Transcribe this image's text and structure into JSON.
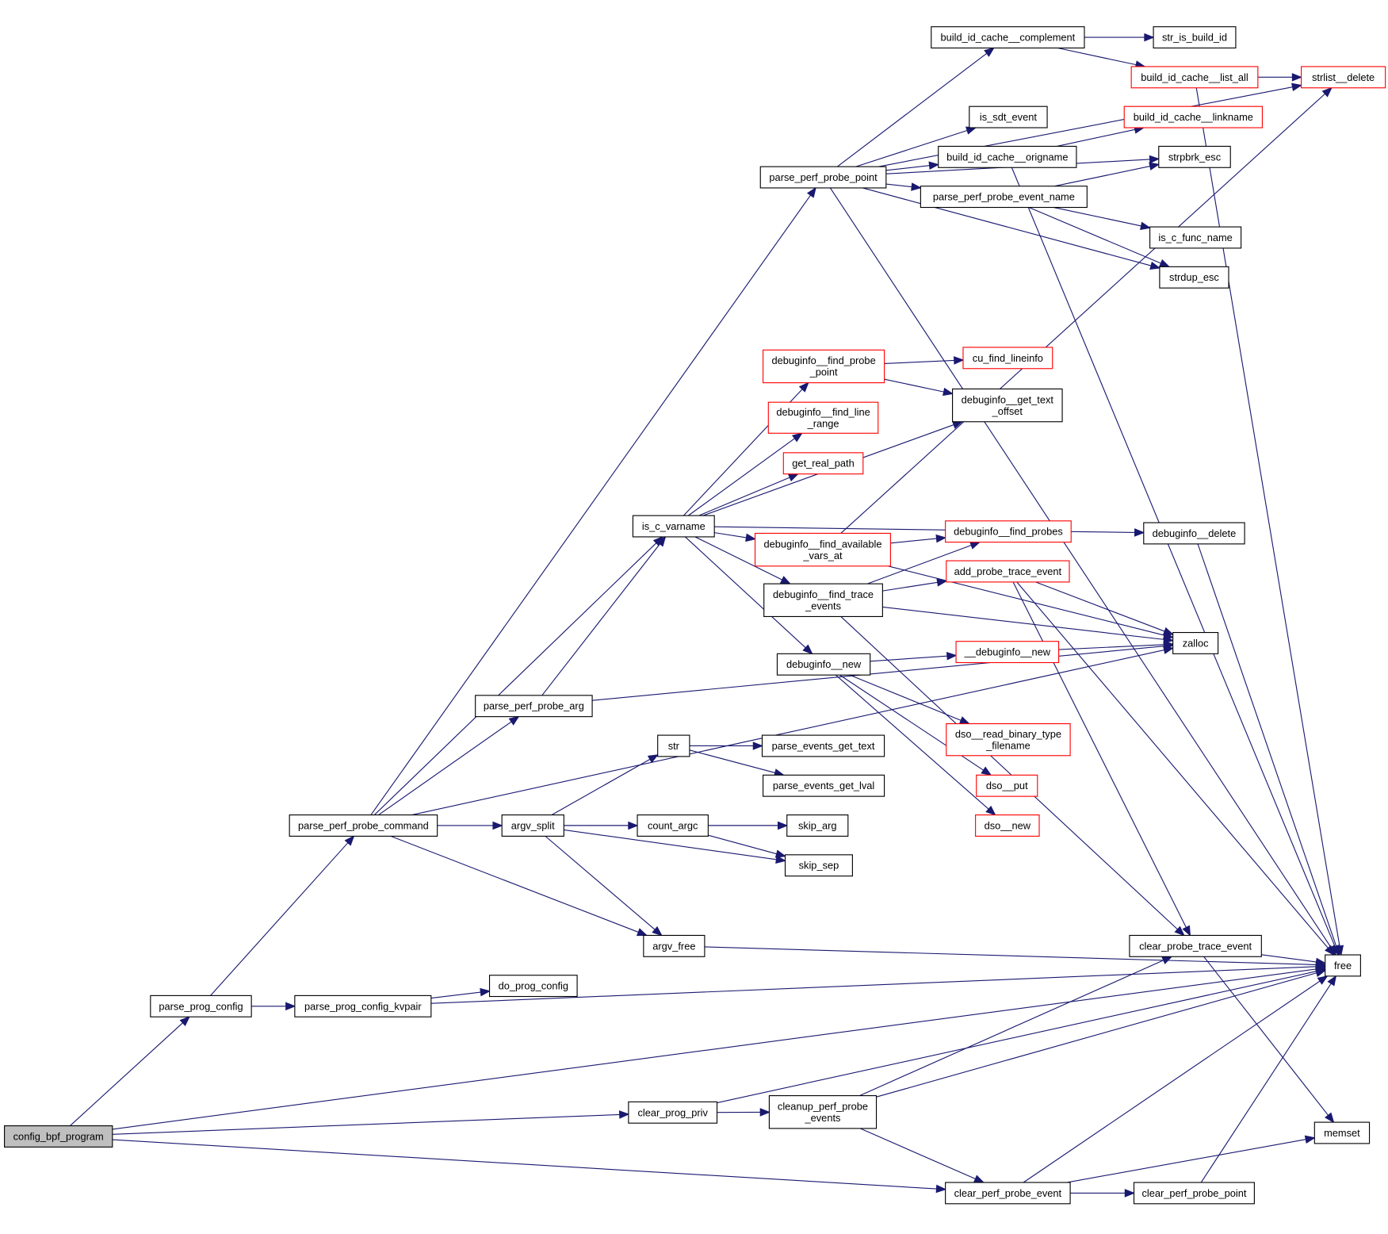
{
  "title": "config_bpf_program call graph",
  "colors": {
    "edge": "#191970",
    "node_border": "#000000",
    "node_border_truncated": "#ff0000",
    "root_fill": "#bfbfbf",
    "node_fill": "#ffffff"
  },
  "nodes": [
    {
      "id": "config_bpf_program",
      "lines": [
        "config_bpf_program"
      ],
      "kind": "root"
    },
    {
      "id": "parse_prog_config",
      "lines": [
        "parse_prog_config"
      ],
      "kind": "normal"
    },
    {
      "id": "parse_prog_config_kvpair",
      "lines": [
        "parse_prog_config_kvpair"
      ],
      "kind": "normal"
    },
    {
      "id": "do_prog_config",
      "lines": [
        "do_prog_config"
      ],
      "kind": "normal"
    },
    {
      "id": "parse_perf_probe_command",
      "lines": [
        "parse_perf_probe_command"
      ],
      "kind": "normal"
    },
    {
      "id": "parse_perf_probe_point",
      "lines": [
        "parse_perf_probe_point"
      ],
      "kind": "normal"
    },
    {
      "id": "parse_perf_probe_arg",
      "lines": [
        "parse_perf_probe_arg"
      ],
      "kind": "normal"
    },
    {
      "id": "argv_split",
      "lines": [
        "argv_split"
      ],
      "kind": "normal"
    },
    {
      "id": "argv_free",
      "lines": [
        "argv_free"
      ],
      "kind": "normal"
    },
    {
      "id": "str",
      "lines": [
        "str"
      ],
      "kind": "normal"
    },
    {
      "id": "count_argc",
      "lines": [
        "count_argc"
      ],
      "kind": "normal"
    },
    {
      "id": "parse_events_get_text",
      "lines": [
        "parse_events_get_text"
      ],
      "kind": "normal"
    },
    {
      "id": "parse_events_get_lval",
      "lines": [
        "parse_events_get_lval"
      ],
      "kind": "normal"
    },
    {
      "id": "skip_arg",
      "lines": [
        "skip_arg"
      ],
      "kind": "normal"
    },
    {
      "id": "skip_sep",
      "lines": [
        "skip_sep"
      ],
      "kind": "normal"
    },
    {
      "id": "is_c_varname",
      "lines": [
        "is_c_varname"
      ],
      "kind": "normal"
    },
    {
      "id": "debuginfo__find_probe_point",
      "lines": [
        "debuginfo__find_probe",
        "_point"
      ],
      "kind": "truncated"
    },
    {
      "id": "debuginfo__find_line_range",
      "lines": [
        "debuginfo__find_line",
        "_range"
      ],
      "kind": "truncated"
    },
    {
      "id": "get_real_path",
      "lines": [
        "get_real_path"
      ],
      "kind": "truncated"
    },
    {
      "id": "debuginfo__find_available_vars_at",
      "lines": [
        "debuginfo__find_available",
        "_vars_at"
      ],
      "kind": "truncated"
    },
    {
      "id": "debuginfo__find_trace_events",
      "lines": [
        "debuginfo__find_trace",
        "_events"
      ],
      "kind": "normal"
    },
    {
      "id": "debuginfo__new",
      "lines": [
        "debuginfo__new"
      ],
      "kind": "normal"
    },
    {
      "id": "cu_find_lineinfo",
      "lines": [
        "cu_find_lineinfo"
      ],
      "kind": "truncated"
    },
    {
      "id": "debuginfo__get_text_offset",
      "lines": [
        "debuginfo__get_text",
        "_offset"
      ],
      "kind": "normal"
    },
    {
      "id": "debuginfo__find_probes",
      "lines": [
        "debuginfo__find_probes"
      ],
      "kind": "truncated"
    },
    {
      "id": "add_probe_trace_event",
      "lines": [
        "add_probe_trace_event"
      ],
      "kind": "truncated"
    },
    {
      "id": "__debuginfo__new",
      "lines": [
        "__debuginfo__new"
      ],
      "kind": "truncated"
    },
    {
      "id": "dso__read_binary_type_filename",
      "lines": [
        "dso__read_binary_type",
        "_filename"
      ],
      "kind": "truncated"
    },
    {
      "id": "dso__put",
      "lines": [
        "dso__put"
      ],
      "kind": "truncated"
    },
    {
      "id": "dso__new",
      "lines": [
        "dso__new"
      ],
      "kind": "truncated"
    },
    {
      "id": "debuginfo__delete",
      "lines": [
        "debuginfo__delete"
      ],
      "kind": "normal"
    },
    {
      "id": "zalloc",
      "lines": [
        "zalloc"
      ],
      "kind": "normal"
    },
    {
      "id": "build_id_cache__complement",
      "lines": [
        "build_id_cache__complement"
      ],
      "kind": "normal"
    },
    {
      "id": "str_is_build_id",
      "lines": [
        "str_is_build_id"
      ],
      "kind": "normal"
    },
    {
      "id": "build_id_cache__list_all",
      "lines": [
        "build_id_cache__list_all"
      ],
      "kind": "truncated"
    },
    {
      "id": "strlist__delete",
      "lines": [
        "strlist__delete"
      ],
      "kind": "truncated"
    },
    {
      "id": "is_sdt_event",
      "lines": [
        "is_sdt_event"
      ],
      "kind": "normal"
    },
    {
      "id": "build_id_cache__linkname",
      "lines": [
        "build_id_cache__linkname"
      ],
      "kind": "truncated"
    },
    {
      "id": "build_id_cache__origname",
      "lines": [
        "build_id_cache__origname"
      ],
      "kind": "normal"
    },
    {
      "id": "strpbrk_esc",
      "lines": [
        "strpbrk_esc"
      ],
      "kind": "normal"
    },
    {
      "id": "parse_perf_probe_event_name",
      "lines": [
        "parse_perf_probe_event_name"
      ],
      "kind": "normal"
    },
    {
      "id": "is_c_func_name",
      "lines": [
        "is_c_func_name"
      ],
      "kind": "normal"
    },
    {
      "id": "strdup_esc",
      "lines": [
        "strdup_esc"
      ],
      "kind": "normal"
    },
    {
      "id": "clear_probe_trace_event",
      "lines": [
        "clear_probe_trace_event"
      ],
      "kind": "normal"
    },
    {
      "id": "free",
      "lines": [
        "free"
      ],
      "kind": "normal"
    },
    {
      "id": "memset",
      "lines": [
        "memset"
      ],
      "kind": "normal"
    },
    {
      "id": "clear_prog_priv",
      "lines": [
        "clear_prog_priv"
      ],
      "kind": "normal"
    },
    {
      "id": "cleanup_perf_probe_events",
      "lines": [
        "cleanup_perf_probe",
        "_events"
      ],
      "kind": "normal"
    },
    {
      "id": "clear_perf_probe_event",
      "lines": [
        "clear_perf_probe_event"
      ],
      "kind": "normal"
    },
    {
      "id": "clear_perf_probe_point",
      "lines": [
        "clear_perf_probe_point"
      ],
      "kind": "normal"
    }
  ],
  "edges": [
    [
      "config_bpf_program",
      "parse_prog_config"
    ],
    [
      "config_bpf_program",
      "clear_prog_priv"
    ],
    [
      "config_bpf_program",
      "free"
    ],
    [
      "config_bpf_program",
      "clear_perf_probe_event"
    ],
    [
      "parse_prog_config",
      "parse_perf_probe_command"
    ],
    [
      "parse_prog_config",
      "parse_prog_config_kvpair"
    ],
    [
      "parse_prog_config_kvpair",
      "do_prog_config"
    ],
    [
      "parse_prog_config_kvpair",
      "free"
    ],
    [
      "parse_perf_probe_command",
      "parse_perf_probe_point"
    ],
    [
      "parse_perf_probe_command",
      "is_c_varname"
    ],
    [
      "parse_perf_probe_command",
      "parse_perf_probe_arg"
    ],
    [
      "parse_perf_probe_command",
      "argv_split"
    ],
    [
      "parse_perf_probe_command",
      "zalloc"
    ],
    [
      "parse_perf_probe_command",
      "argv_free"
    ],
    [
      "parse_perf_probe_arg",
      "is_c_varname"
    ],
    [
      "parse_perf_probe_arg",
      "zalloc"
    ],
    [
      "argv_split",
      "str"
    ],
    [
      "argv_split",
      "skip_arg"
    ],
    [
      "argv_split",
      "count_argc"
    ],
    [
      "argv_split",
      "skip_sep"
    ],
    [
      "argv_split",
      "argv_free"
    ],
    [
      "str",
      "parse_events_get_text"
    ],
    [
      "str",
      "parse_events_get_lval"
    ],
    [
      "count_argc",
      "skip_arg"
    ],
    [
      "count_argc",
      "skip_sep"
    ],
    [
      "argv_free",
      "free"
    ],
    [
      "is_c_varname",
      "debuginfo__find_probe_point"
    ],
    [
      "is_c_varname",
      "debuginfo__find_line_range"
    ],
    [
      "is_c_varname",
      "get_real_path"
    ],
    [
      "is_c_varname",
      "debuginfo__get_text_offset"
    ],
    [
      "is_c_varname",
      "debuginfo__find_available_vars_at"
    ],
    [
      "is_c_varname",
      "debuginfo__find_trace_events"
    ],
    [
      "is_c_varname",
      "debuginfo__new"
    ],
    [
      "is_c_varname",
      "debuginfo__delete"
    ],
    [
      "debuginfo__find_probe_point",
      "cu_find_lineinfo"
    ],
    [
      "debuginfo__find_probe_point",
      "debuginfo__get_text_offset"
    ],
    [
      "debuginfo__find_available_vars_at",
      "debuginfo__find_probes"
    ],
    [
      "debuginfo__find_available_vars_at",
      "zalloc"
    ],
    [
      "debuginfo__find_available_vars_at",
      "strlist__delete"
    ],
    [
      "debuginfo__find_trace_events",
      "debuginfo__find_probes"
    ],
    [
      "debuginfo__find_trace_events",
      "add_probe_trace_event"
    ],
    [
      "debuginfo__find_trace_events",
      "zalloc"
    ],
    [
      "debuginfo__find_trace_events",
      "clear_probe_trace_event"
    ],
    [
      "debuginfo__new",
      "__debuginfo__new"
    ],
    [
      "debuginfo__new",
      "dso__read_binary_type_filename"
    ],
    [
      "debuginfo__new",
      "dso__put"
    ],
    [
      "debuginfo__new",
      "dso__new"
    ],
    [
      "__debuginfo__new",
      "zalloc"
    ],
    [
      "add_probe_trace_event",
      "zalloc"
    ],
    [
      "add_probe_trace_event",
      "clear_probe_trace_event"
    ],
    [
      "add_probe_trace_event",
      "free"
    ],
    [
      "debuginfo__delete",
      "free"
    ],
    [
      "parse_perf_probe_point",
      "build_id_cache__complement"
    ],
    [
      "parse_perf_probe_point",
      "strlist__delete"
    ],
    [
      "parse_perf_probe_point",
      "is_sdt_event"
    ],
    [
      "parse_perf_probe_point",
      "build_id_cache__origname"
    ],
    [
      "parse_perf_probe_point",
      "parse_perf_probe_event_name"
    ],
    [
      "parse_perf_probe_point",
      "strpbrk_esc"
    ],
    [
      "parse_perf_probe_point",
      "strdup_esc"
    ],
    [
      "parse_perf_probe_point",
      "free"
    ],
    [
      "build_id_cache__complement",
      "str_is_build_id"
    ],
    [
      "build_id_cache__complement",
      "build_id_cache__list_all"
    ],
    [
      "build_id_cache__list_all",
      "strlist__delete"
    ],
    [
      "build_id_cache__list_all",
      "free"
    ],
    [
      "build_id_cache__origname",
      "build_id_cache__linkname"
    ],
    [
      "build_id_cache__origname",
      "free"
    ],
    [
      "parse_perf_probe_event_name",
      "strpbrk_esc"
    ],
    [
      "parse_perf_probe_event_name",
      "is_c_func_name"
    ],
    [
      "parse_perf_probe_event_name",
      "strdup_esc"
    ],
    [
      "clear_probe_trace_event",
      "free"
    ],
    [
      "clear_probe_trace_event",
      "memset"
    ],
    [
      "clear_prog_priv",
      "cleanup_perf_probe_events"
    ],
    [
      "clear_prog_priv",
      "free"
    ],
    [
      "cleanup_perf_probe_events",
      "clear_probe_trace_event"
    ],
    [
      "cleanup_perf_probe_events",
      "clear_perf_probe_event"
    ],
    [
      "cleanup_perf_probe_events",
      "free"
    ],
    [
      "clear_perf_probe_event",
      "clear_perf_probe_point"
    ],
    [
      "clear_perf_probe_event",
      "free"
    ],
    [
      "clear_perf_probe_event",
      "memset"
    ],
    [
      "clear_perf_probe_point",
      "free"
    ]
  ]
}
